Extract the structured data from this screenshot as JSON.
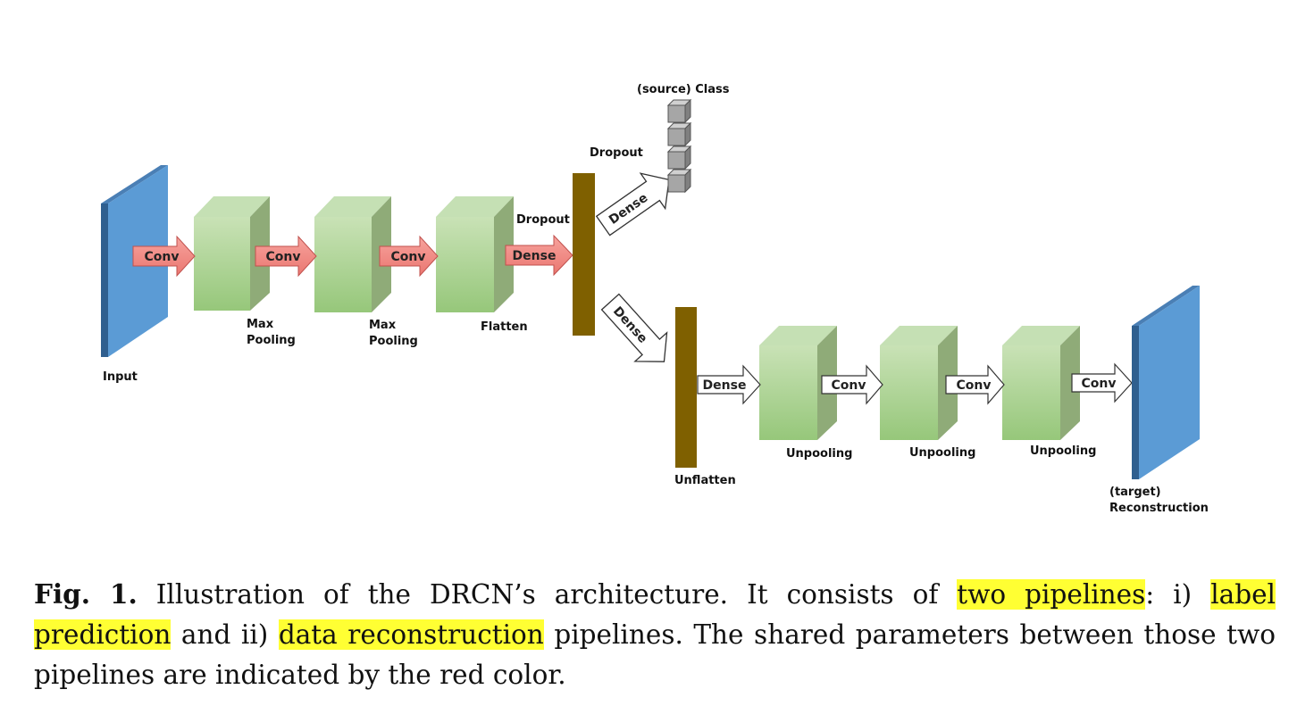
{
  "diagram": {
    "labels": {
      "input": "Input",
      "max_pooling_1_line1": "Max",
      "max_pooling_1_line2": "Pooling",
      "max_pooling_2_line1": "Max",
      "max_pooling_2_line2": "Pooling",
      "flatten": "Flatten",
      "dropout_mid": "Dropout",
      "dropout_top": "Dropout",
      "source_class": "(source) Class",
      "unflatten": "Unflatten",
      "unpooling_1": "Unpooling",
      "unpooling_2": "Unpooling",
      "unpooling_3": "Unpooling",
      "target_line1": "(target)",
      "target_line2": "Reconstruction"
    },
    "arrows": {
      "shared_conv_1": "Conv",
      "shared_conv_2": "Conv",
      "shared_conv_3": "Conv",
      "shared_dense": "Dense",
      "dense_up": "Dense",
      "dense_down": "Dense",
      "decoder_dense": "Dense",
      "decoder_conv_1": "Conv",
      "decoder_conv_2": "Conv",
      "decoder_conv_3": "Conv"
    },
    "colors": {
      "shared_arrow": "#f4908a",
      "image_plane": "#5b9bd5",
      "feature_block": "#a9d18e",
      "dense_bar": "#7f6000",
      "class_cube": "#a6a6a6"
    }
  },
  "caption": {
    "fig_label": "Fig. 1.",
    "text_1": " Illustration of the DRCN’s architecture. It consists of ",
    "highlight_1": "two pipelines",
    "text_2": ": i) ",
    "highlight_2": "label prediction",
    "text_3": " and ii) ",
    "highlight_3": "data reconstruction",
    "text_4": " pipelines. The shared parameters between those two pipelines are indicated by the red color."
  }
}
